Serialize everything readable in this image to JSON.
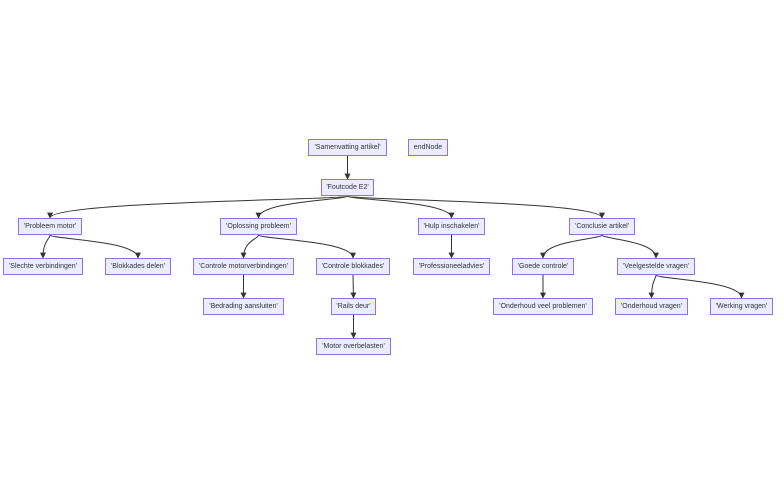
{
  "diagram": {
    "nodes": {
      "samenvatting": "'Samenvatting artikel'",
      "endnode": "endNode",
      "foutcode": "'Foutcode E2'",
      "probleem_motor": "'Probleem motor'",
      "oplossing": "'Oplossing probleem'",
      "hulp": "'Hulp inschakelen'",
      "conclusie": "'Conclusie artikel'",
      "slechte": "'Slechte verbindingen'",
      "blokkades_delen": "'Blokkades delen'",
      "controle_motor": "'Controle motorverbindingen'",
      "controle_blokkades": "'Controle blokkades'",
      "professioneel": "'Professioneeladvies'",
      "goede_controle": "'Goede controle'",
      "veelgestelde": "'Veelgestelde vragen'",
      "bedrading": "'Bedrading aansluiten'",
      "rails": "'Rails deur'",
      "onderhoud_veel": "'Onderhoud veel problemen'",
      "onderhoud_vragen": "'Onderhoud vragen'",
      "werking_vragen": "'Werking vragen'",
      "motor_overbelasten": "'Motor overbelasten'"
    },
    "edges": [
      [
        "samenvatting",
        "foutcode"
      ],
      [
        "foutcode",
        "probleem_motor"
      ],
      [
        "foutcode",
        "oplossing"
      ],
      [
        "foutcode",
        "hulp"
      ],
      [
        "foutcode",
        "conclusie"
      ],
      [
        "probleem_motor",
        "slechte"
      ],
      [
        "probleem_motor",
        "blokkades_delen"
      ],
      [
        "oplossing",
        "controle_motor"
      ],
      [
        "oplossing",
        "controle_blokkades"
      ],
      [
        "hulp",
        "professioneel"
      ],
      [
        "conclusie",
        "goede_controle"
      ],
      [
        "conclusie",
        "veelgestelde"
      ],
      [
        "controle_motor",
        "bedrading"
      ],
      [
        "controle_blokkades",
        "rails"
      ],
      [
        "rails",
        "motor_overbelasten"
      ],
      [
        "goede_controle",
        "onderhoud_veel"
      ],
      [
        "veelgestelde",
        "onderhoud_vragen"
      ],
      [
        "veelgestelde",
        "werking_vragen"
      ]
    ],
    "colors": {
      "node_fill": "#ececff",
      "node_border": "#9370db",
      "edge": "#333333",
      "text": "#333333"
    }
  }
}
